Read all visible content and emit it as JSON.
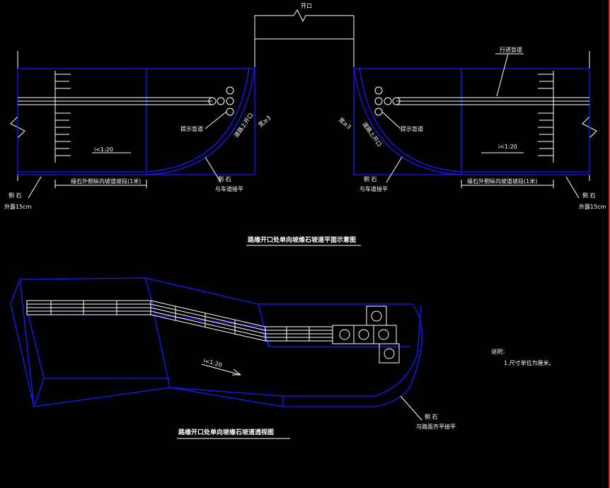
{
  "plan": {
    "top_label": "开口",
    "left_tactile_label": "提示盲道",
    "right_tactile_label": "提示盲道",
    "right_top_label": "行进盲道",
    "left_curb_label_1": "侧 石",
    "left_curb_label_2": "外露15cm",
    "right_curb_label_1": "侧 石",
    "right_curb_label_2": "外露15cm",
    "left_flush_curb_1": "侧 石",
    "left_flush_curb_2": "与车道接平",
    "right_flush_curb_1": "侧 石",
    "right_flush_curb_2": "与车道接平",
    "left_slope": "i<1:20",
    "right_slope": "i<1:20",
    "left_span_label": "缘石外侧纵向坡道坡段(1米)",
    "right_span_label": "缘石外侧纵向坡道坡段(1米)",
    "left_curve_label_a": "道路上开口",
    "left_curve_label_b": "宽≥3",
    "right_curve_label_a": "道路上开口",
    "right_curve_label_b": "宽≥3",
    "title": "路缘开口处单向坡缘石坡道平面示意图"
  },
  "axo": {
    "slope": "i<1:20",
    "curb_label_1": "侧 石",
    "curb_label_2": "与路面齐平接平",
    "title": "路缘开口处单向坡缘石坡道透视图"
  },
  "notes": {
    "heading": "说明：",
    "item_1": "1.尺寸单位为厘米。"
  },
  "colors": {
    "line": "#1a1aff",
    "text": "#ffffff",
    "background": "#000000"
  }
}
